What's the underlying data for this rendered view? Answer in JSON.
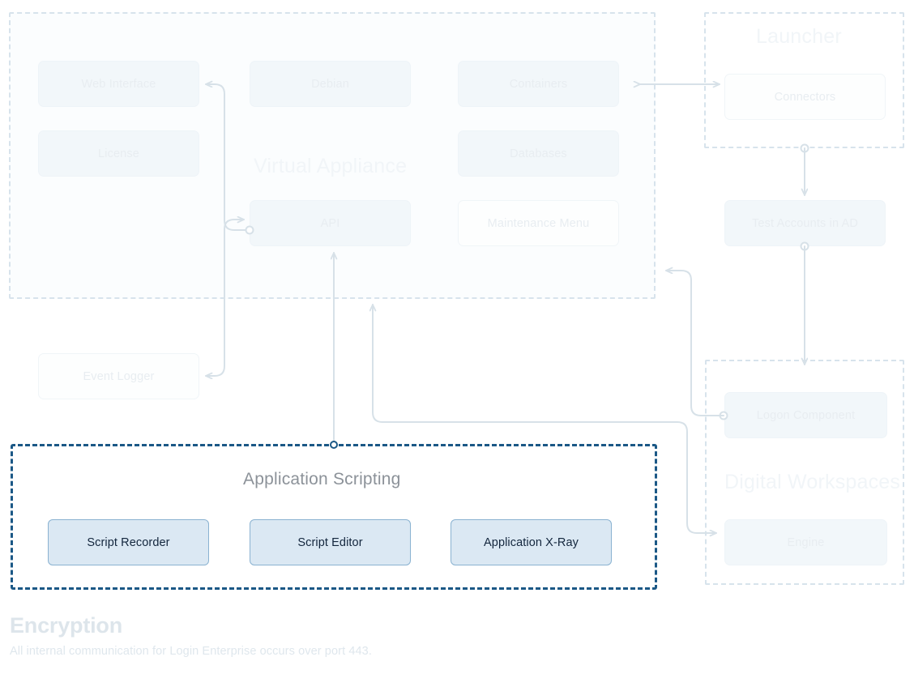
{
  "diagram": {
    "title": "Login Enterprise Architecture",
    "colors": {
      "accent": "#1b5886",
      "button_fill": "#dbe8f3",
      "button_border": "#8ab2d1",
      "group_border": "#d7e3ec",
      "node_fill": "#f2f7fa",
      "wire": "#d7e1e8",
      "faint_text": "#e8edf1"
    }
  },
  "groups": [
    {
      "id": "virtual-appliance",
      "label": "Virtual Appliance"
    },
    {
      "id": "launcher",
      "label": "Launcher"
    },
    {
      "id": "digital-workspaces",
      "label": "Digital Workspaces"
    },
    {
      "id": "application-scripting",
      "label": "Application Scripting"
    }
  ],
  "virtual_appliance": {
    "label": "Virtual Appliance",
    "nodes": [
      {
        "id": "web-interface",
        "label": "Web Interface",
        "style": "fill"
      },
      {
        "id": "license",
        "label": "License",
        "style": "fill"
      },
      {
        "id": "debian",
        "label": "Debian",
        "style": "fill"
      },
      {
        "id": "api",
        "label": "API",
        "style": "fill"
      },
      {
        "id": "containers",
        "label": "Containers",
        "style": "fill"
      },
      {
        "id": "databases",
        "label": "Databases",
        "style": "fill"
      },
      {
        "id": "maintenance-menu",
        "label": "Maintenance Menu",
        "style": "hollow"
      }
    ]
  },
  "launcher": {
    "label": "Launcher",
    "nodes": [
      {
        "id": "connectors",
        "label": "Connectors",
        "style": "hollow"
      }
    ]
  },
  "standalone": {
    "nodes": [
      {
        "id": "event-logger",
        "label": "Event Logger",
        "style": "hollow"
      },
      {
        "id": "test-accounts-ad",
        "label": "Test Accounts in AD",
        "style": "fill"
      }
    ]
  },
  "digital_workspaces": {
    "label": "Digital Workspaces",
    "nodes": [
      {
        "id": "logon-component",
        "label": "Logon Component",
        "style": "fill"
      },
      {
        "id": "engine",
        "label": "Engine",
        "style": "fill"
      }
    ]
  },
  "application_scripting": {
    "label": "Application Scripting",
    "buttons": [
      {
        "id": "script-recorder",
        "label": "Script Recorder"
      },
      {
        "id": "script-editor",
        "label": "Script Editor"
      },
      {
        "id": "application-xray",
        "label": "Application X-Ray"
      }
    ]
  },
  "footer": {
    "title": "Encryption",
    "description": "All internal communication for Login Enterprise occurs over port 443."
  }
}
